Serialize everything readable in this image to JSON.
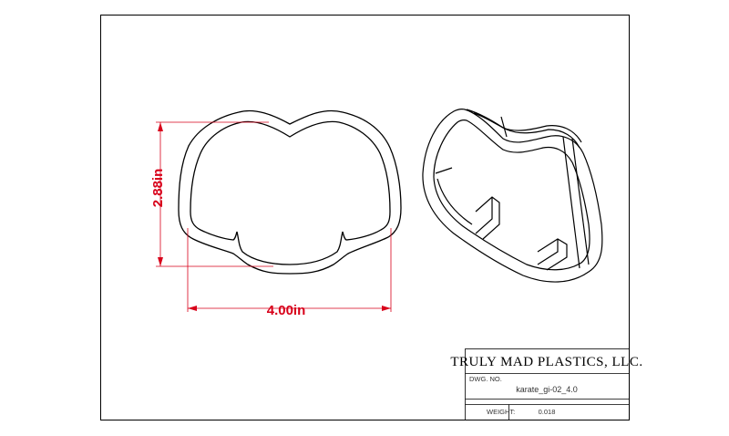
{
  "dimensions": {
    "height_label": "2.88in",
    "width_label": "4.00in"
  },
  "title_block": {
    "company": "TRULY MAD PLASTICS, LLC.",
    "dwg_no_label": "DWG.  NO.",
    "dwg_no_value": "karate_gi-02_4.0",
    "weight_label": "WEIGHT:",
    "weight_value": "0.018"
  },
  "colors": {
    "dimension": "#d8001a",
    "line": "#000000"
  }
}
